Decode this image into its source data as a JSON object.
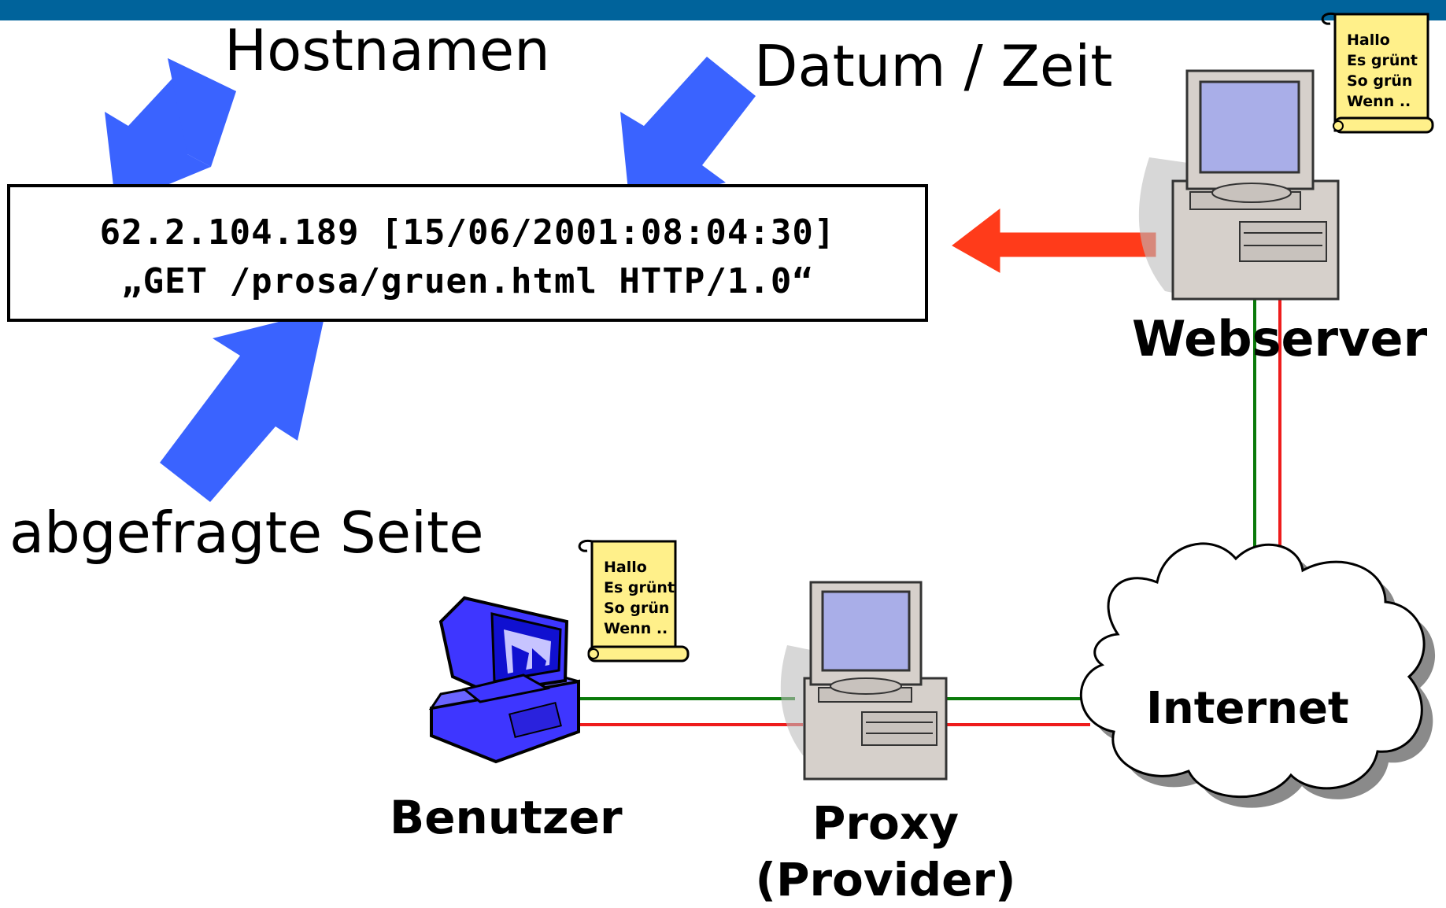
{
  "colors": {
    "top_bar": "#00639b",
    "annotation_arrow": "#3a63ff",
    "response_arrow": "#ff3b1a",
    "line_green": "#0a7a0a",
    "line_red": "#ee1c1c",
    "scroll_fill": "#fff08a",
    "monitor_gray": "#cfc9c4",
    "screen_blue": "#a9aee8",
    "user_pc_blue": "#3e36ff"
  },
  "annotations": {
    "hostname": "Hostnamen",
    "datetime": "Datum / Zeit",
    "requested_page": "abgefragte Seite"
  },
  "log_entry": {
    "line1": "62.2.104.189 [15/06/2001:08:04:30]",
    "line2": "„GET /prosa/gruen.html HTTP/1.0“"
  },
  "nodes": {
    "webserver": "Webserver",
    "user": "Benutzer",
    "proxy_line1": "Proxy",
    "proxy_line2": "(Provider)",
    "internet": "Internet"
  },
  "document_scroll": {
    "line1": "Hallo",
    "line2": "Es grünt",
    "line3": "So grün",
    "line4": "Wenn .."
  },
  "icons": [
    "scroll-icon",
    "server-computer-icon",
    "user-computer-icon",
    "proxy-computer-icon",
    "cloud-icon",
    "arrow-icon"
  ]
}
